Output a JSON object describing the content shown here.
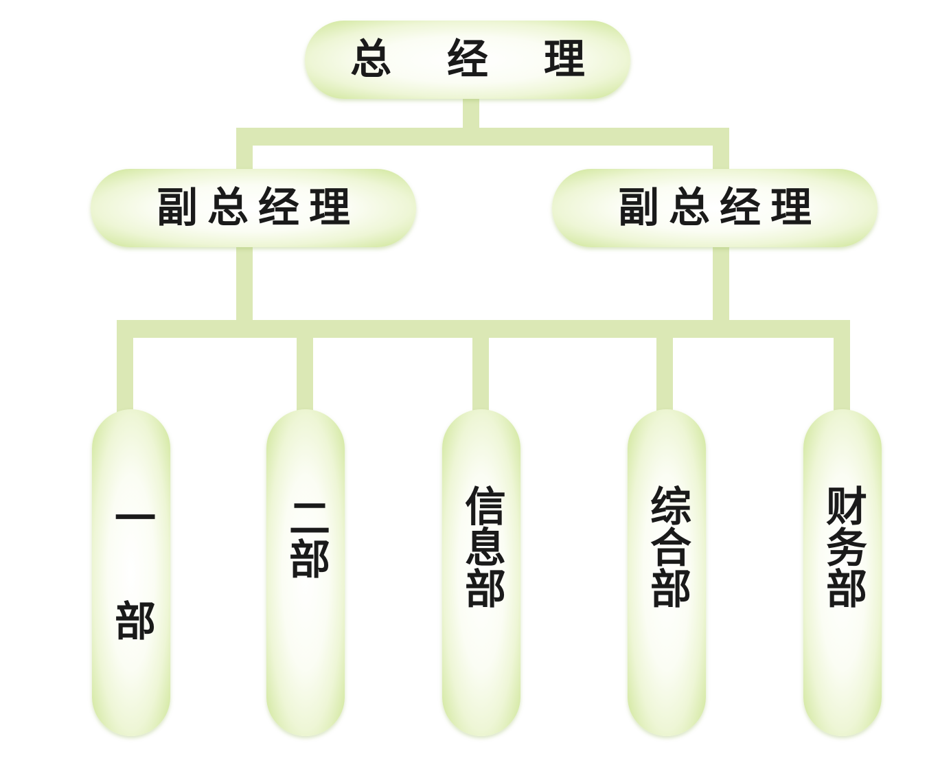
{
  "chart": {
    "general_manager": "总 经 理",
    "deputy_managers": [
      "副总经理",
      "副总经理"
    ],
    "departments": [
      {
        "top": "一",
        "bottom": "部"
      },
      {
        "label": "二部"
      },
      {
        "label": "信息部"
      },
      {
        "label": "综合部"
      },
      {
        "label": "财务部"
      }
    ]
  },
  "colors": {
    "connector": "#dbe8b5",
    "node_edge": "#c8e093",
    "node_center": "#ffffff",
    "text": "#1a1a1a"
  }
}
